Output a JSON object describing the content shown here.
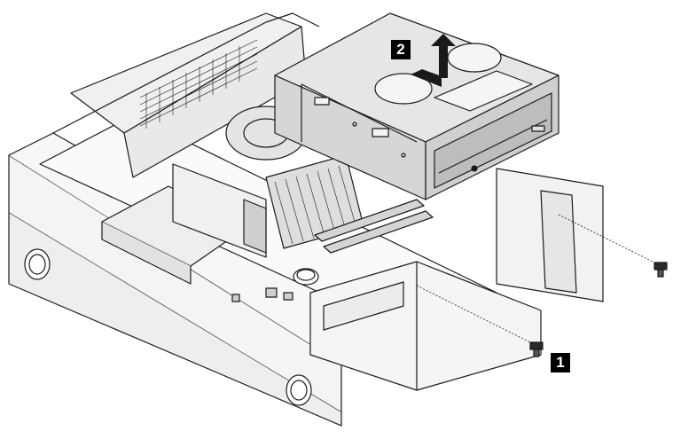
{
  "figure": {
    "callouts": [
      {
        "id": "step1",
        "label": "1"
      },
      {
        "id": "step2",
        "label": "2"
      }
    ],
    "colors": {
      "line": "#1a1a1a",
      "chassis": "#f4f4f4",
      "drive_cage": "#dcdcdc",
      "drive_face": "#bdbdbd",
      "callout_bg": "#000000",
      "callout_text": "#ffffff"
    },
    "icons": [
      "up-arrow-icon",
      "screw-icon"
    ]
  }
}
